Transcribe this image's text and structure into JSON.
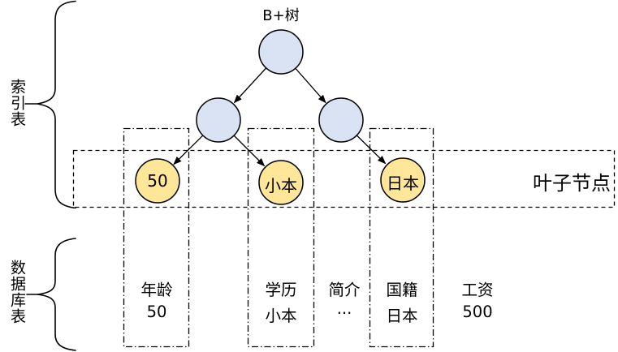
{
  "title": "B+树",
  "side_labels": {
    "index_table": "索引表",
    "database_table": "数据库表"
  },
  "tree": {
    "type": "b-plus-tree",
    "leaves": [
      "50",
      "小本",
      "日本"
    ]
  },
  "leaf_row": {
    "label": "叶子节点"
  },
  "columns": [
    {
      "field": "年龄",
      "value": "50"
    },
    {
      "field": "学历",
      "value": "小本"
    },
    {
      "field": "简介",
      "value": "..."
    },
    {
      "field": "国籍",
      "value": "日本"
    },
    {
      "field": "工资",
      "value": "500"
    }
  ],
  "colors": {
    "internal_node_fill": "#dae3f3",
    "leaf_node_fill": "#ffe699",
    "stroke": "#000000"
  }
}
